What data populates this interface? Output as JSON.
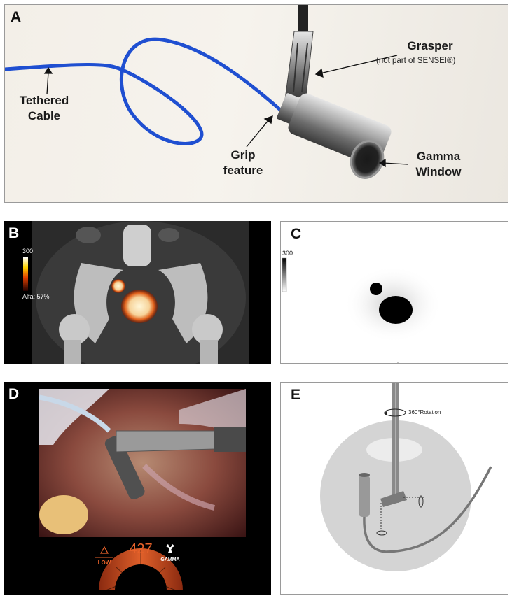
{
  "panels": {
    "a": {
      "letter": "A",
      "tethered_cable_line1": "Tethered",
      "tethered_cable_line2": "Cable",
      "grasper": "Grasper",
      "grasper_note": "(not part of SENSEI®)",
      "grip_line1": "Grip",
      "grip_line2": "feature",
      "gamma_line1": "Gamma",
      "gamma_line2": "Window"
    },
    "b": {
      "letter": "B",
      "scale_max": "300",
      "alpha": "Alfa: 57%"
    },
    "c": {
      "letter": "C",
      "scale_max": "300"
    },
    "d": {
      "letter": "D",
      "low_label": "LOW",
      "count": "427",
      "gamma_label": "GAMMA"
    },
    "e": {
      "letter": "E",
      "rotation_label": "360°Rotation"
    }
  },
  "colors": {
    "cable_blue": "#1f4fd1",
    "readout_orange": "#e8622a",
    "letter_white": "#ffffff",
    "letter_dark": "#111111"
  }
}
